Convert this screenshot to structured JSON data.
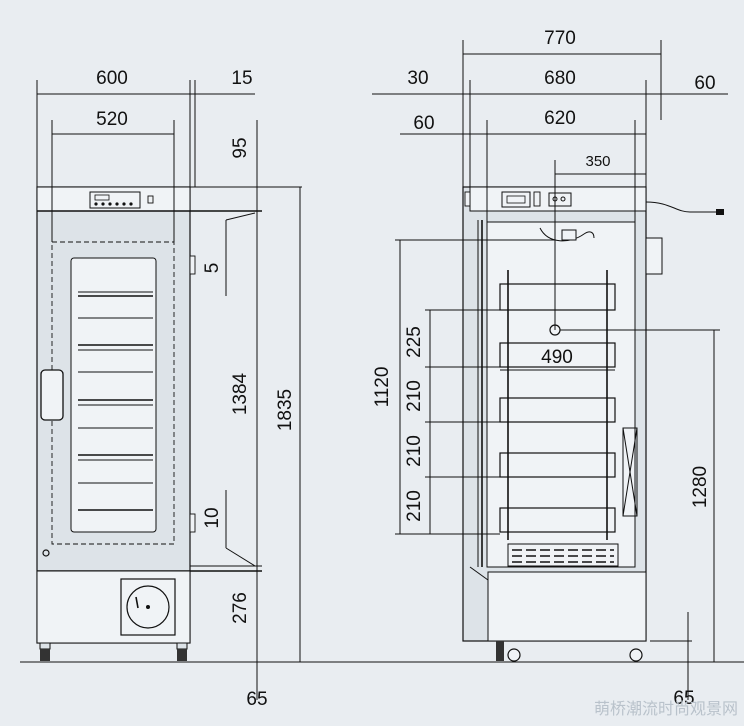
{
  "front_view": {
    "width_total": "600",
    "width_inner": "520",
    "side_gap": "15",
    "top_gap": "95",
    "small_gap_upper": "5",
    "small_gap_lower": "10",
    "door_height": "1384",
    "total_height": "1835",
    "base_height": "276",
    "foot_height": "65"
  },
  "side_view": {
    "depth_total": "770",
    "depth_body": "680",
    "left_offset": "30",
    "right_offset": "60",
    "inner_left": "60",
    "inner_depth": "620",
    "center_offset": "350",
    "shelf_depth": "490",
    "interior_height": "1120",
    "shelf_gap_1": "225",
    "shelf_gap_2": "210",
    "shelf_gap_3": "210",
    "shelf_gap_4": "210",
    "center_height": "1280",
    "foot_height": "65"
  },
  "watermark": "萌桥潮流时尚观景网"
}
